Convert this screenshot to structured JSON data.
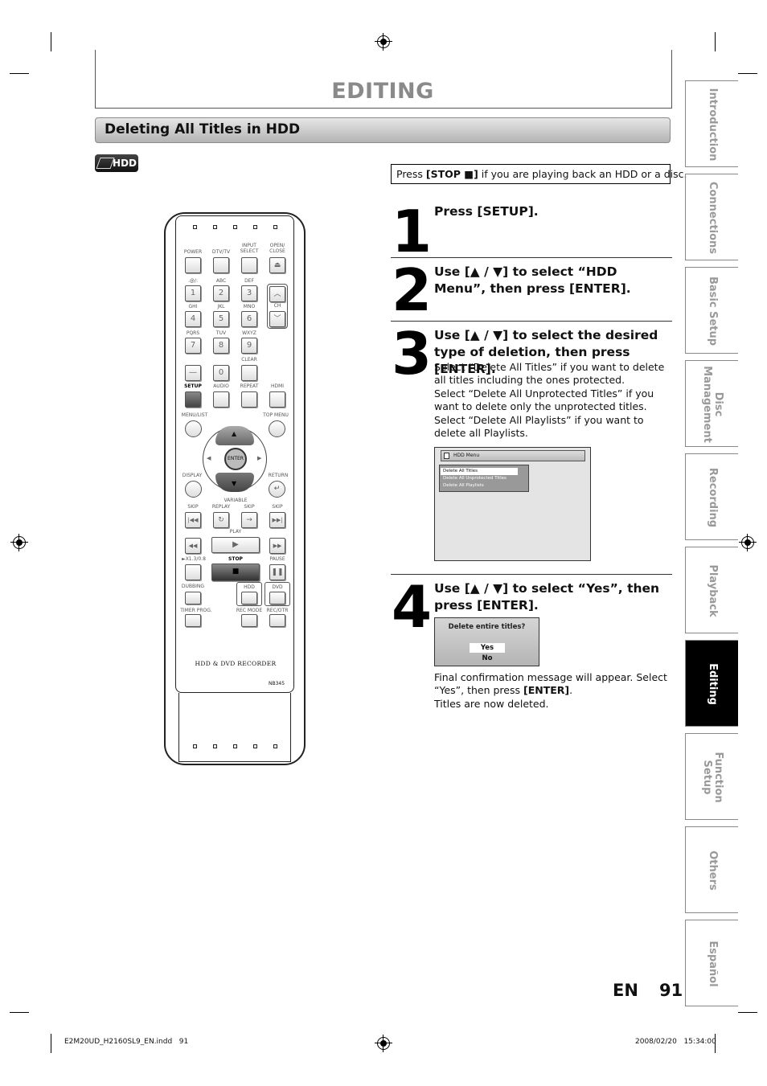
{
  "header": {
    "title": "EDITING"
  },
  "section": {
    "title": "Deleting All Titles in HDD",
    "badge": "HDD"
  },
  "note": {
    "pre": "Press ",
    "bold": "[STOP ■]",
    "post": " if you are playing back an HDD or a disc."
  },
  "remote": {
    "labels": {
      "power": "POWER",
      "dtvtv": "DTV/TV",
      "input": "INPUT",
      "select": "SELECT",
      "open": "OPEN/",
      "close": "CLOSE",
      "k1": ".@/:",
      "k2": "ABC",
      "k3": "DEF",
      "ch": "CH",
      "k4": "GHI",
      "k5": "JKL",
      "k6": "MNO",
      "k7": "PQRS",
      "k8": "TUV",
      "k9": "WXYZ",
      "clear": "CLEAR",
      "setup": "SETUP",
      "audio": "AUDIO",
      "repeat": "REPEAT",
      "hdmi": "HDMI",
      "menulist": "MENU/LIST",
      "topmenu": "TOP MENU",
      "enter": "ENTER",
      "display": "DISPLAY",
      "return": "RETURN",
      "variable": "VARIABLE",
      "skip1": "SKIP",
      "replay": "REPLAY",
      "skip2": "SKIP",
      "skip3": "SKIP",
      "play": "PLAY",
      "speed": "►X1.3/0.8",
      "stop": "STOP",
      "pause": "PAUSE",
      "dubbing": "DUBBING",
      "hdd": "HDD",
      "dvd": "DVD",
      "timerprog": "TIMER PROG.",
      "recmode": "REC MODE",
      "recotr": "REC/OTR"
    },
    "digits": {
      "d1": "1",
      "d2": "2",
      "d3": "3",
      "d4": "4",
      "d5": "5",
      "d6": "6",
      "d7": "7",
      "d8": "8",
      "d9": "9",
      "d0": "0",
      "dash": "—"
    },
    "brand": "HDD & DVD RECORDER",
    "model": "NB345"
  },
  "steps": [
    {
      "num": "1",
      "head": "Press [SETUP]."
    },
    {
      "num": "2",
      "head": "Use [▲ / ▼] to select “HDD Menu”, then press [ENTER]."
    },
    {
      "num": "3",
      "head": "Use [▲ / ▼] to select the desired type of deletion, then press [ENTER].",
      "body": [
        "Select “Delete All Titles” if you want to delete all titles including the ones protected.",
        "Select “Delete All Unprotected Titles” if you want to delete only the unprotected titles.",
        "Select “Delete All Playlists” if you want to delete all Playlists."
      ]
    },
    {
      "num": "4",
      "head": "Use [▲ / ▼] to select “Yes”, then press [ENTER].",
      "body_pre": "Final confirmation message will appear. Select “Yes”, then press ",
      "body_bold": "[ENTER]",
      "body_post": ".",
      "body2": "Titles are now deleted."
    }
  ],
  "screen_hdd_menu": {
    "title": "HDD Menu",
    "items": [
      "Delete All Titles",
      "Delete All Unprotected Titles",
      "Delete All Playlists"
    ]
  },
  "screen_confirm": {
    "question": "Delete entire titles?",
    "yes": "Yes",
    "no": "No"
  },
  "side_tabs": [
    {
      "label": "Introduction",
      "active": false
    },
    {
      "label": "Connections",
      "active": false
    },
    {
      "label": "Basic Setup",
      "active": false
    },
    {
      "label1": "Disc",
      "label2": "Management",
      "active": false
    },
    {
      "label": "Recording",
      "active": false
    },
    {
      "label": "Playback",
      "active": false
    },
    {
      "label": "Editing",
      "active": true
    },
    {
      "label": "Function Setup",
      "active": false
    },
    {
      "label": "Others",
      "active": false
    },
    {
      "label": "Español",
      "active": false
    }
  ],
  "footer": {
    "lang": "EN",
    "page": "91",
    "file": "E2M20UD_H2160SL9_EN.indd   91",
    "timestamp": "2008/02/20   15:34:00"
  },
  "colors": {
    "title_gray": "#8a8a8a",
    "tab_active": "#000000",
    "tab_text": "#999999"
  }
}
